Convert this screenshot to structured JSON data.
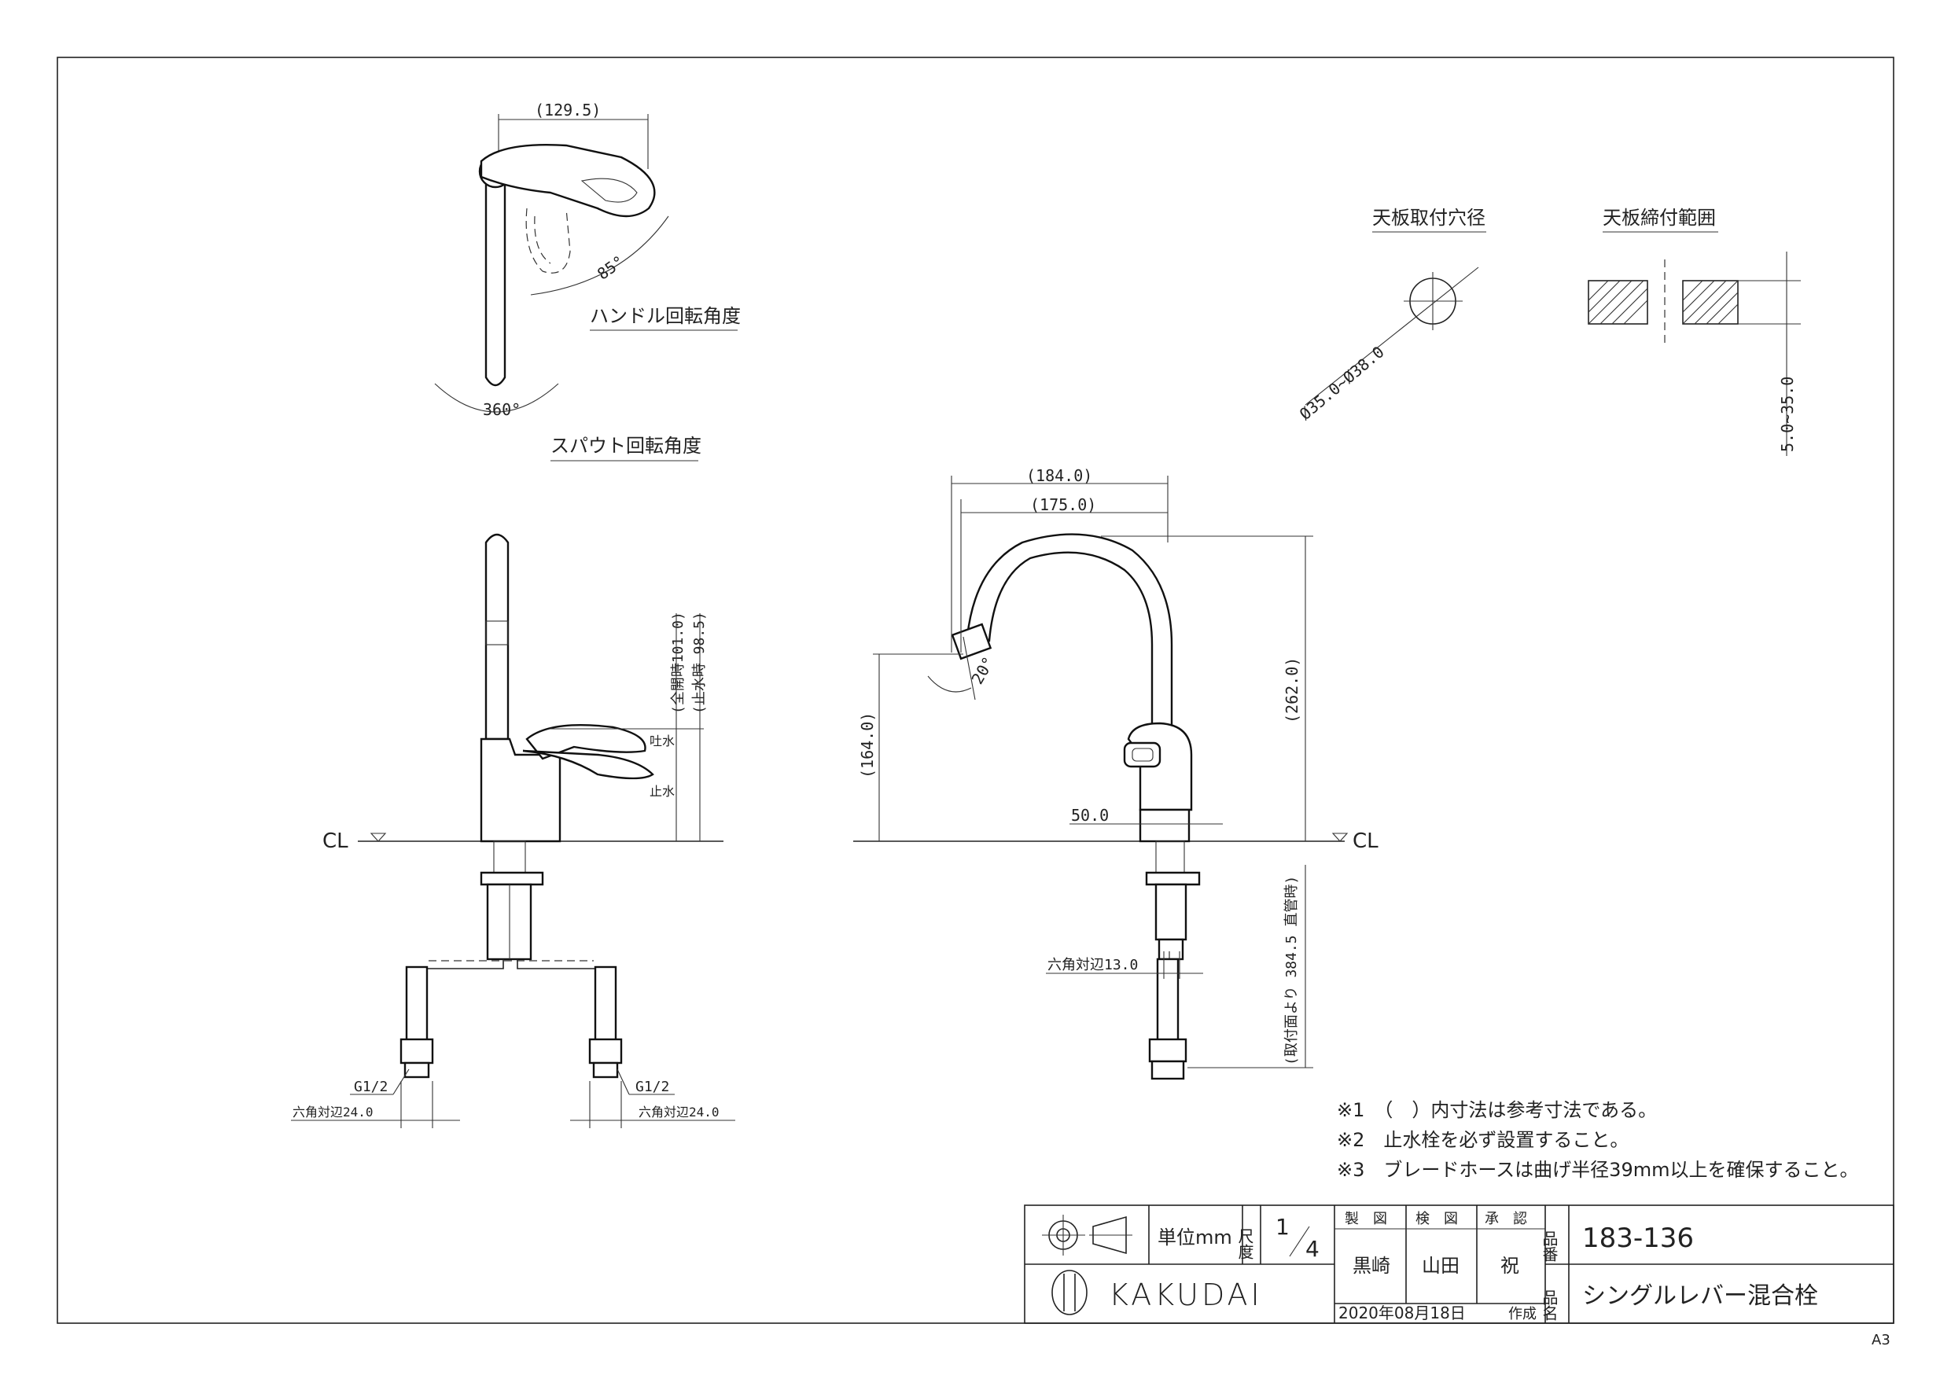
{
  "top_view": {
    "dim_width": "(129.5)",
    "angle_handle": "85°",
    "angle_spout": "360°",
    "label_handle": "ハンドル回転角度",
    "label_spout": "スパウト回転角度"
  },
  "mount_details": {
    "hole_title": "天板取付穴径",
    "hole_dim": "Ø35.0~Ø38.0",
    "clamp_title": "天板締付範囲",
    "clamp_dim": "5.0~35.0"
  },
  "front_view": {
    "dim_full_open": "(全開時101.0)",
    "dim_stop": "(止水時 98.5)",
    "label_discharge": "吐水",
    "label_stop": "止水",
    "cl": "CL",
    "g_left": "G1/2",
    "g_right": "G1/2",
    "hex_left": "六角対辺24.0",
    "hex_right": "六角対辺24.0"
  },
  "side_view": {
    "dim_184": "(184.0)",
    "dim_175": "(175.0)",
    "dim_262": "(262.0)",
    "dim_164": "(164.0)",
    "angle_20": "20°",
    "dim_50": "50.0",
    "cl": "CL",
    "dim_hex13": "六角対辺13.0",
    "dim_384_5": "(取付面より 384.5 直管時)"
  },
  "notes": [
    "※1　（　）内寸法は参考寸法である。",
    "※2　止水栓を必ず設置すること。",
    "※3　ブレードホースは曲げ半径39mm以上を確保すること。"
  ],
  "title_block": {
    "unit": "単位mm",
    "scale_label": "尺度",
    "scale_num": "1",
    "scale_den": "4",
    "h_made": "製　図",
    "h_check": "検　図",
    "h_approve": "承　認",
    "made": "黒崎",
    "check": "山田",
    "approve": "祝",
    "date": "2020年08月18日",
    "created": "作成",
    "part_no_label": "品番",
    "part_no": "183-136",
    "name_label": "品名",
    "name": "シングルレバー混合栓",
    "brand": "KAKUDAI"
  },
  "sheet_size": "A3"
}
